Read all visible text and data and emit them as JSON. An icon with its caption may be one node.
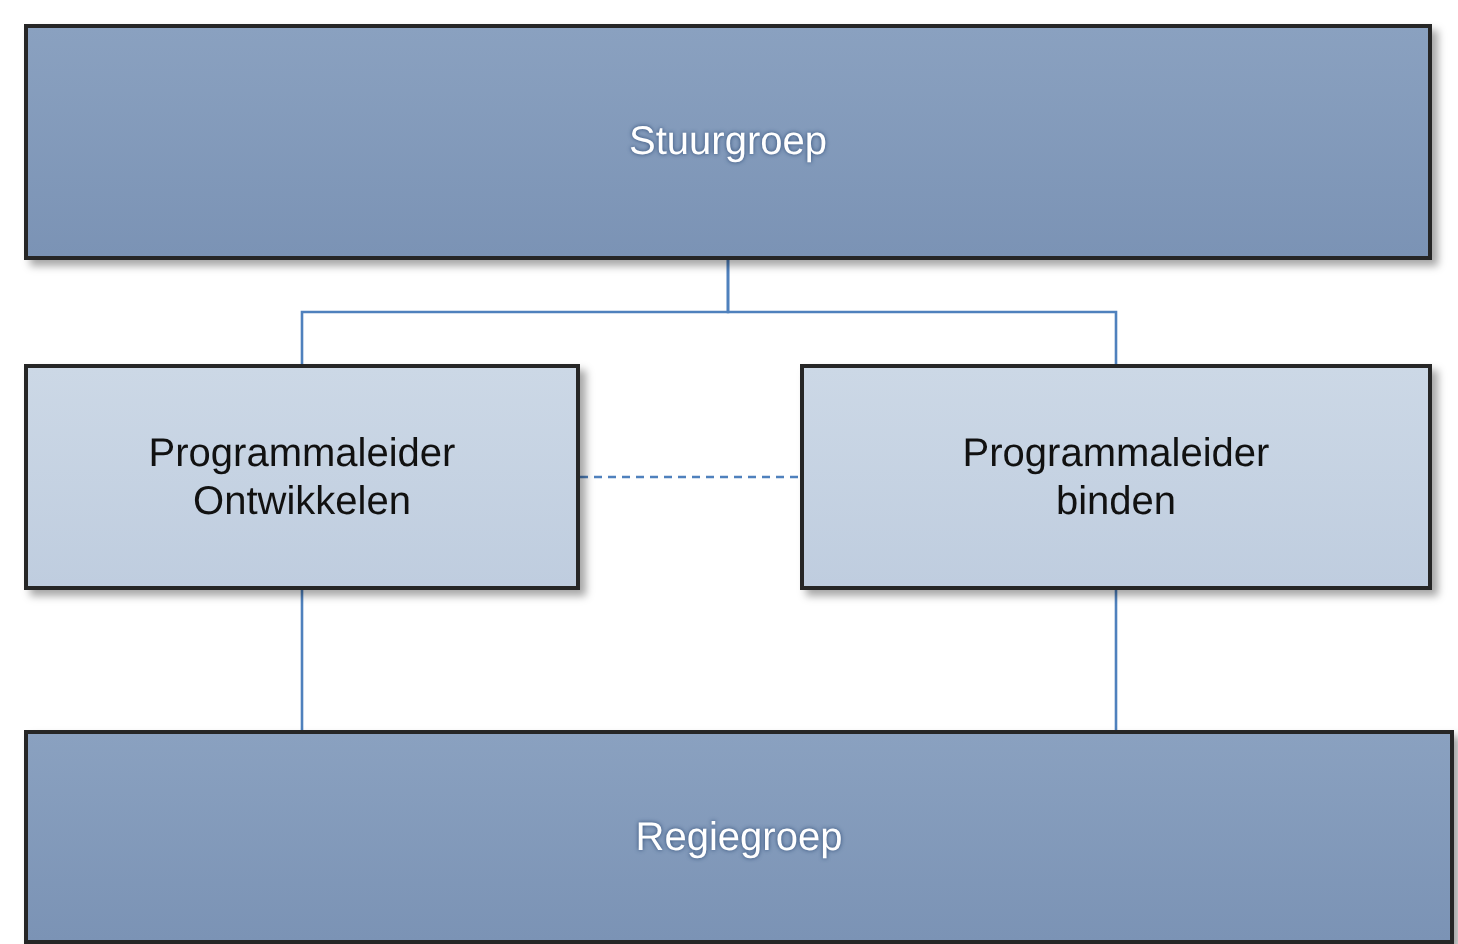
{
  "diagram": {
    "nodes": [
      {
        "text": [
          "Stuurgroep"
        ]
      },
      {
        "text": [
          "Programmaleider Ontwikkelen"
        ]
      },
      {
        "text": [
          "Programmaleider binden"
        ]
      },
      {
        "text": [
          "Regiegroep"
        ]
      }
    ],
    "edges": [
      {
        "from": 0,
        "to": 1,
        "arrow": "none"
      },
      {
        "from": 0,
        "to": 2,
        "arrow": "none"
      },
      {
        "from": 1,
        "to": 2,
        "arrow": "none",
        "style": "dashed"
      },
      {
        "from": 1,
        "to": 3,
        "arrow": "none"
      },
      {
        "from": 2,
        "to": 3,
        "arrow": "none"
      }
    ]
  }
}
